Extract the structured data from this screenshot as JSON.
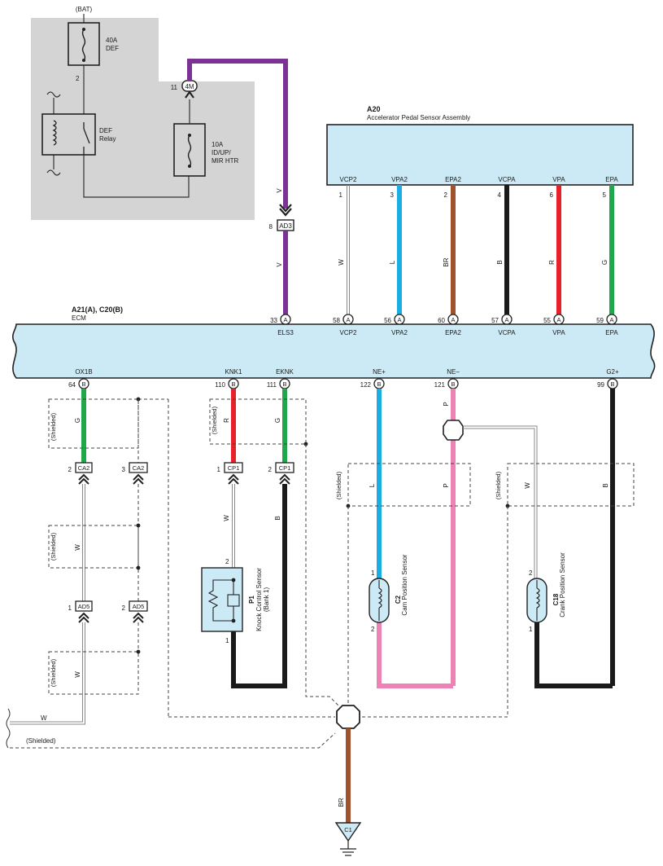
{
  "power": {
    "bat": "(BAT)",
    "fuse40": "40A",
    "fuse40_name": "DEF",
    "pin2": "2",
    "relay_name1": "DEF",
    "relay_name2": "Relay",
    "fuse10_1": "10A",
    "fuse10_2": "ID/UP/",
    "fuse10_3": "MIR HTR",
    "conn_4m_pin": "11",
    "conn_4m": "4M",
    "conn_ad3_pin": "8",
    "conn_ad3": "AD3"
  },
  "a20": {
    "code": "A20",
    "name": "Accelerator Pedal Sensor Assembly",
    "terminals": [
      {
        "name": "VCP2",
        "pin": "1",
        "wire": "W",
        "color": "#ffffff"
      },
      {
        "name": "VPA2",
        "pin": "3",
        "wire": "L",
        "color": "#1aaee5"
      },
      {
        "name": "EPA2",
        "pin": "2",
        "wire": "BR",
        "color": "#a0522d"
      },
      {
        "name": "VCPA",
        "pin": "4",
        "wire": "B",
        "color": "#1a1a1a"
      },
      {
        "name": "VPA",
        "pin": "6",
        "wire": "R",
        "color": "#e8202a"
      },
      {
        "name": "EPA",
        "pin": "5",
        "wire": "G",
        "color": "#1ea84a"
      }
    ]
  },
  "ecm": {
    "code": "A21(A), C20(B)",
    "name": "ECM",
    "top_terminals": [
      {
        "name": "ELS3",
        "pin": "33",
        "conn": "A"
      },
      {
        "name": "VCP2",
        "pin": "58",
        "conn": "A"
      },
      {
        "name": "VPA2",
        "pin": "56",
        "conn": "A"
      },
      {
        "name": "EPA2",
        "pin": "60",
        "conn": "A"
      },
      {
        "name": "VCPA",
        "pin": "57",
        "conn": "A"
      },
      {
        "name": "VPA",
        "pin": "55",
        "conn": "A"
      },
      {
        "name": "EPA",
        "pin": "59",
        "conn": "A"
      }
    ],
    "bottom_terminals": [
      {
        "name": "OX1B",
        "pin": "64",
        "conn": "B"
      },
      {
        "name": "KNK1",
        "pin": "110",
        "conn": "B"
      },
      {
        "name": "EKNK",
        "pin": "111",
        "conn": "B"
      },
      {
        "name": "NE+",
        "pin": "122",
        "conn": "B"
      },
      {
        "name": "NE–",
        "pin": "121",
        "conn": "B"
      },
      {
        "name": "G2+",
        "pin": "99",
        "conn": "B"
      }
    ]
  },
  "wires": {
    "v": "V",
    "g": "G",
    "w": "W",
    "r": "R",
    "b": "B",
    "l": "L",
    "p": "P",
    "br": "BR"
  },
  "shielded": "(Shielded)",
  "connectors": {
    "ca2_1_pin": "2",
    "ca2_1": "CA2",
    "ca2_2_pin": "3",
    "ca2_2": "CA2",
    "ad5_1_pin": "1",
    "ad5_1": "AD5",
    "ad5_2_pin": "2",
    "ad5_2": "AD5",
    "cp1_1_pin": "1",
    "cp1_1": "CP1",
    "cp1_2_pin": "2",
    "cp1_2": "CP1"
  },
  "sensors": {
    "p1_code": "P1",
    "p1_name": "Knock Control Sensor",
    "p1_sub": "(Bank 1)",
    "p1_pin_top": "2",
    "p1_pin_bot": "1",
    "c2_code": "C2",
    "c2_name": "Cam Position Sensor",
    "c2_pin_top": "1",
    "c2_pin_bot": "2",
    "c18_code": "C18",
    "c18_name": "Crank Position Sensor",
    "c18_pin_top": "2",
    "c18_pin_bot": "1"
  },
  "ground": {
    "label": "C1"
  }
}
